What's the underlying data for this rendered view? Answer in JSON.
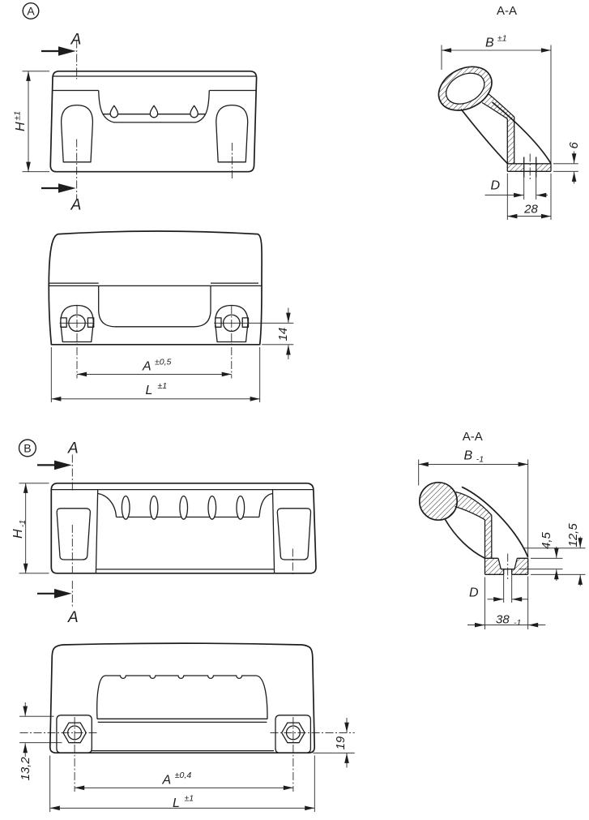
{
  "palette": {
    "background": "#ffffff",
    "ink": "#1d1d1b"
  },
  "variant_a": {
    "marker": "A",
    "cut_label_top": "A",
    "cut_label_bottom": "A",
    "front": {
      "dim_height": "H",
      "dim_height_tol": "±1"
    },
    "section": {
      "title": "A-A",
      "dim_width": "B",
      "dim_width_tol": "±1",
      "dim_flange_height": "6",
      "dim_hole": "D",
      "dim_foot_width": "28"
    },
    "rear": {
      "dim_hole_to_edge": "14",
      "dim_hole_centers": "A",
      "dim_hole_centers_tol": "±0,5",
      "dim_length": "L",
      "dim_length_tol": "±1"
    }
  },
  "variant_b": {
    "marker": "B",
    "cut_label_top": "A",
    "cut_label_bottom": "A",
    "front": {
      "dim_height": "H",
      "dim_height_tol": "-1"
    },
    "section": {
      "title": "A-A",
      "dim_width": "B",
      "dim_width_tol": "-1",
      "dim_recess_depth": "4,5",
      "dim_base_height": "12,5",
      "dim_hole": "D",
      "dim_foot_width": "38",
      "dim_foot_width_tol": "-1"
    },
    "rear": {
      "dim_hole_to_top": "13,2",
      "dim_hole_to_edge": "19",
      "dim_hole_centers": "A",
      "dim_hole_centers_tol": "±0,4",
      "dim_length": "L",
      "dim_length_tol": "±1"
    }
  }
}
